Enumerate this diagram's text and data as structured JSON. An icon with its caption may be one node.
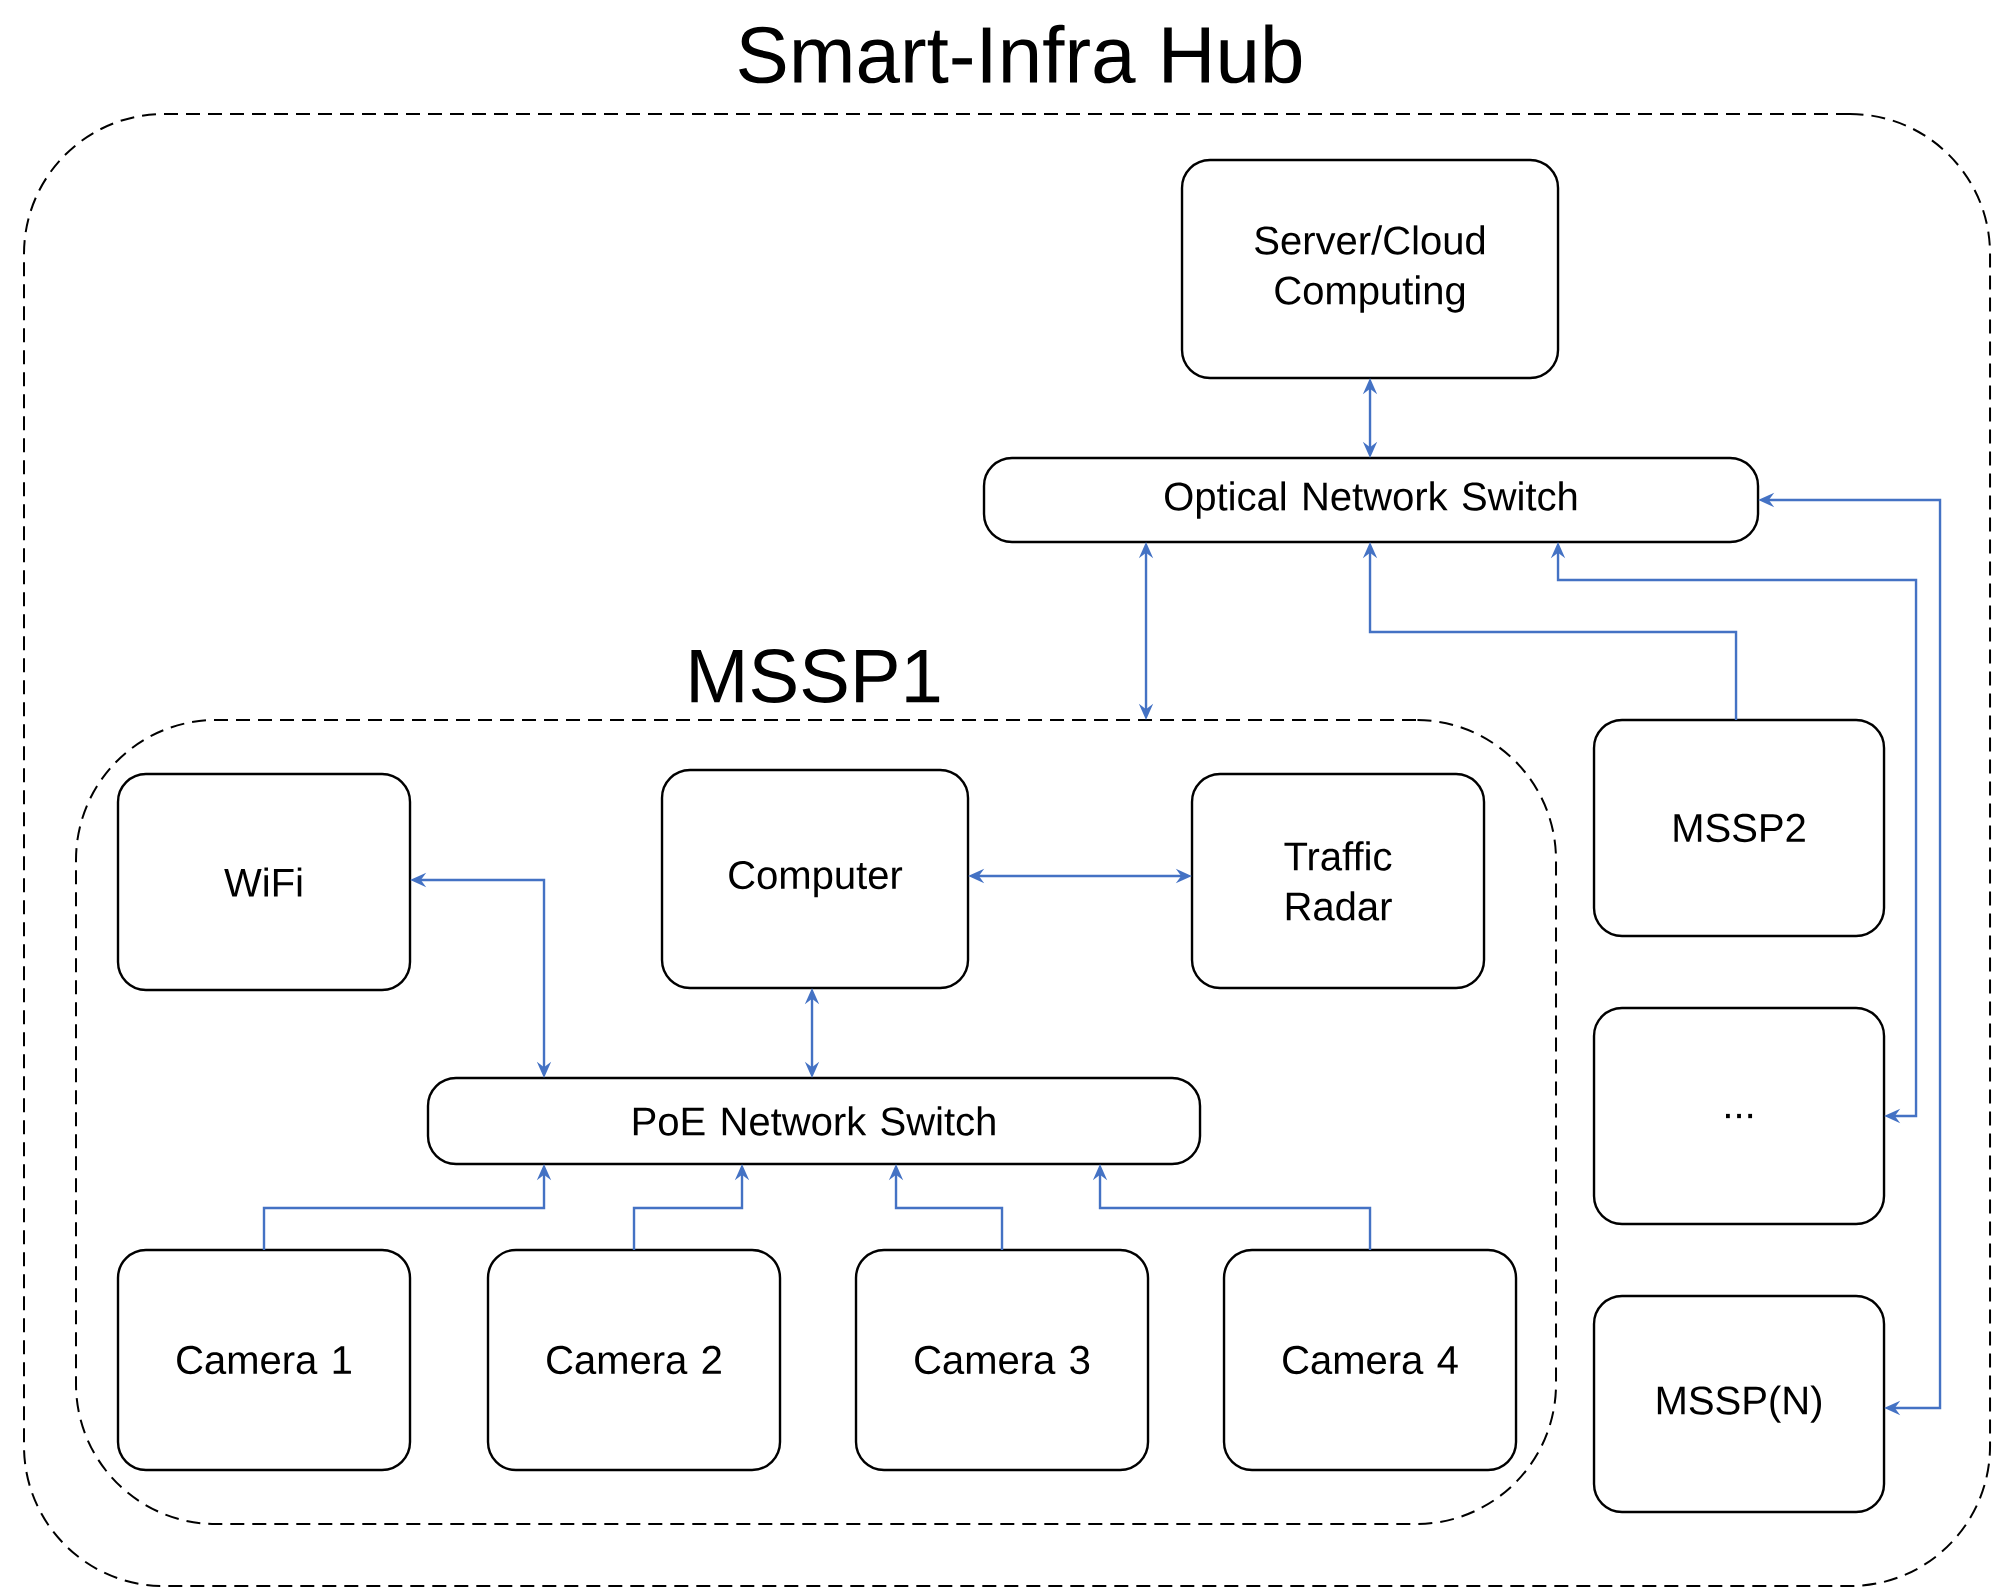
{
  "diagram": {
    "nodes": [
      {
        "text": [
          "Smart-Infra Hub"
        ]
      },
      {
        "text": [
          "Server/Cloud Computing"
        ],
        "in": 0
      },
      {
        "text": [
          "Optical Network Switch"
        ],
        "in": 0
      },
      {
        "text": [
          "MSSP1"
        ],
        "in": 0
      },
      {
        "text": [
          "WiFi"
        ],
        "in": 3
      },
      {
        "text": [
          "Computer"
        ],
        "in": 3
      },
      {
        "text": [
          "Traffic Radar"
        ],
        "in": 3
      },
      {
        "text": [
          "PoE Network Switch"
        ],
        "in": 3
      },
      {
        "text": [
          "Camera 1"
        ],
        "in": 3
      },
      {
        "text": [
          "Camera 2"
        ],
        "in": 3
      },
      {
        "text": [
          "Camera 3"
        ],
        "in": 3
      },
      {
        "text": [
          "Camera 4"
        ],
        "in": 3
      },
      {
        "text": [
          "MSSP2"
        ],
        "in": 0
      },
      {
        "text": [
          "..."
        ],
        "in": 0
      },
      {
        "text": [
          "MSSP(N)"
        ],
        "in": 0
      }
    ],
    "edges": [
      {
        "from": 1,
        "to": 2,
        "arrow": "both"
      },
      {
        "from": 2,
        "to": 3,
        "arrow": "both"
      },
      {
        "from": 12,
        "to": 2,
        "arrow": "to"
      },
      {
        "from": 2,
        "to": 13,
        "arrow": "both"
      },
      {
        "from": 2,
        "to": 14,
        "arrow": "both"
      },
      {
        "from": 4,
        "to": 7,
        "arrow": "both"
      },
      {
        "from": 5,
        "to": 7,
        "arrow": "both"
      },
      {
        "from": 5,
        "to": 6,
        "arrow": "both"
      },
      {
        "from": 8,
        "to": 7,
        "arrow": "to"
      },
      {
        "from": 9,
        "to": 7,
        "arrow": "to"
      },
      {
        "from": 10,
        "to": 7,
        "arrow": "to"
      },
      {
        "from": 11,
        "to": 7,
        "arrow": "to"
      }
    ]
  }
}
